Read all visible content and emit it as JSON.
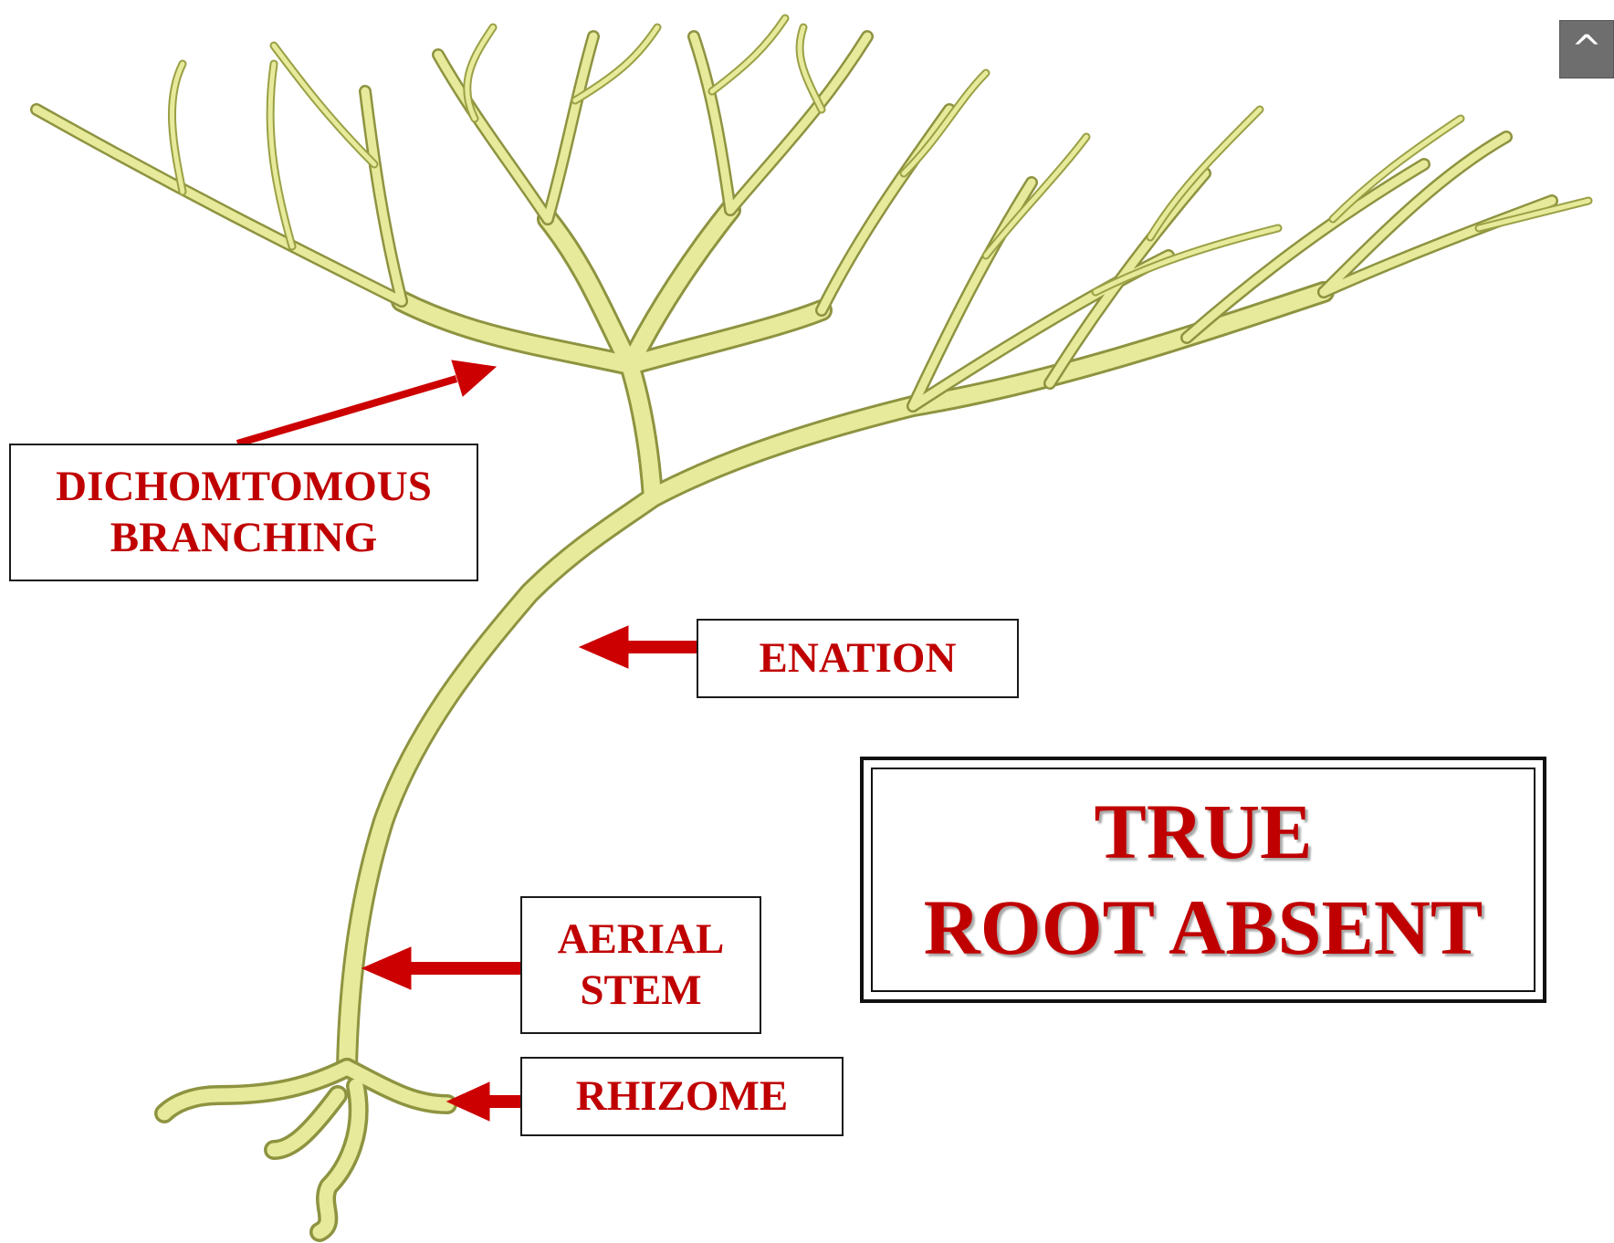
{
  "labels": {
    "dichotomous": [
      "DICHOMTOMOUS",
      "BRANCHING"
    ],
    "enation": "ENATION",
    "aerial_stem": [
      "AERIAL",
      "STEM"
    ],
    "rhizome": "RHIZOME",
    "true_root": [
      "TRUE",
      "ROOT ABSENT"
    ]
  },
  "nav": {
    "up_symbol": "^"
  },
  "colors": {
    "label_text": "#c00000",
    "arrow": "#cc0000",
    "plant_fill": "#e6ea9a",
    "plant_stroke": "#8e9340",
    "nav_bg": "#6e6e6e"
  },
  "icons": {
    "nav": "caret-up-icon"
  }
}
